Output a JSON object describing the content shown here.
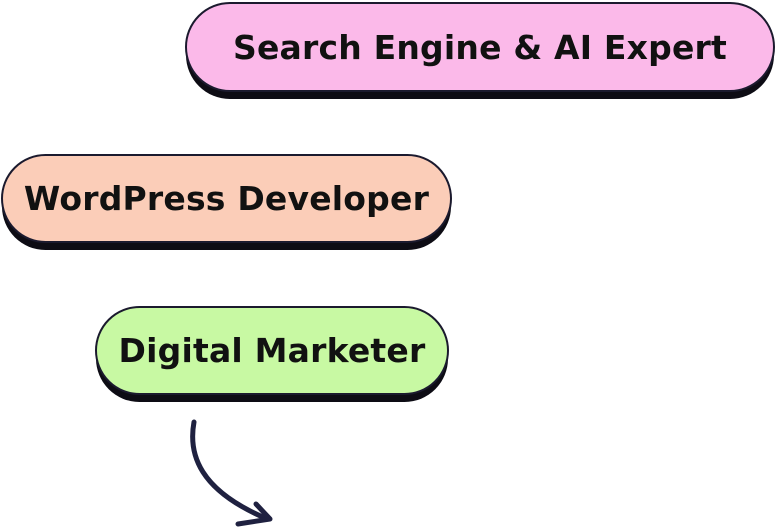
{
  "tags": [
    {
      "label": "Search Engine & AI Expert",
      "color": "#fbb9e9"
    },
    {
      "label": "WordPress Developer",
      "color": "#fbcdb8"
    },
    {
      "label": "Digital Marketer",
      "color": "#c8f9a3"
    }
  ],
  "arrow": {
    "icon": "curved-arrow-down-right-icon",
    "color": "#1f2140"
  }
}
